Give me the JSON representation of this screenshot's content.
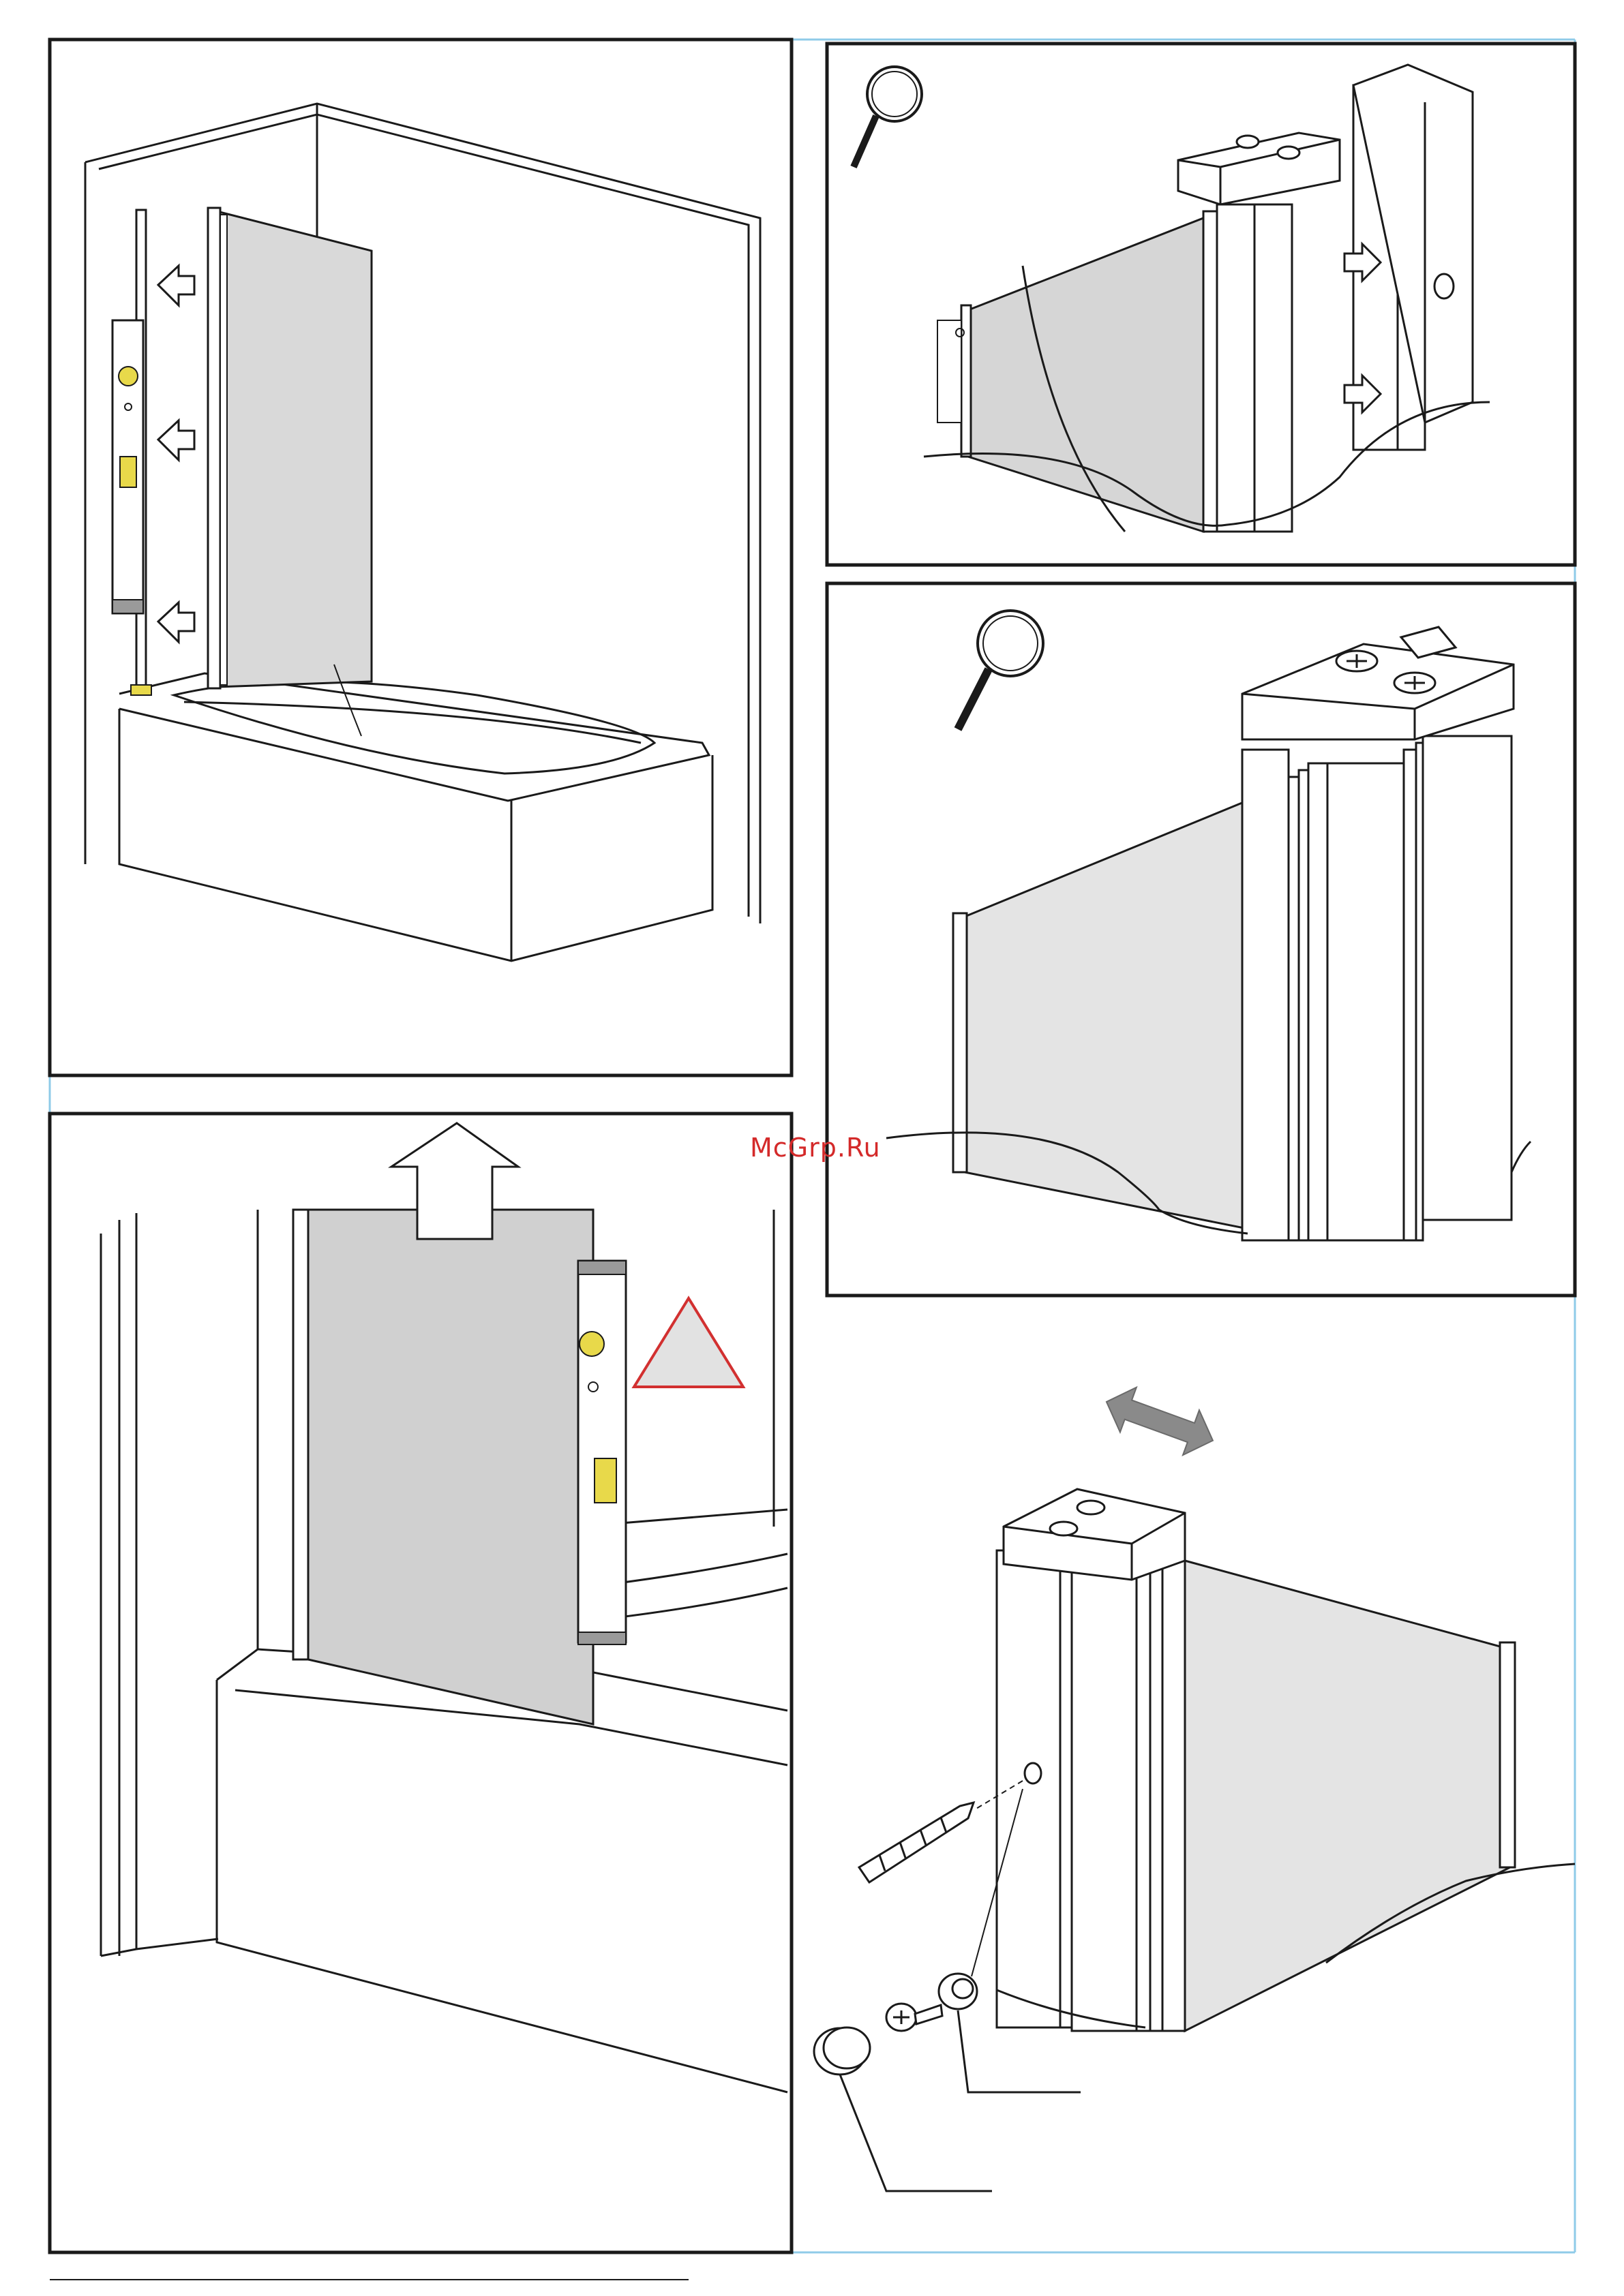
{
  "watermark": {
    "text": "McGrp.Ru"
  },
  "colors": {
    "frame_blue": "#8fcbe8",
    "outline": "#1a1a1a",
    "glass": "#d6d6d6",
    "glass_light": "#eaeaea",
    "arrow_gray": "#8a8a8a",
    "warning_red": "#d23030",
    "level_yellow": "#e8d94a"
  },
  "panels": [
    {
      "name": "step-mark-wall-profile",
      "icons": [
        "arrow-left-icon",
        "spirit-level-icon"
      ]
    },
    {
      "name": "detail-profile-slide-off",
      "icons": [
        "magnifier-icon",
        "arrow-right-icon"
      ]
    },
    {
      "name": "detail-profile-top-cap",
      "icons": [
        "magnifier-icon"
      ]
    },
    {
      "name": "step-level-glass-panel",
      "icons": [
        "arrow-up-icon",
        "warning-triangle-icon",
        "spirit-level-icon"
      ]
    },
    {
      "name": "step-adjust-fix-screws",
      "icons": [
        "double-arrow-icon",
        "drill-bit-icon",
        "screw-icon",
        "wall-plug-icon",
        "cover-cap-icon"
      ]
    }
  ]
}
